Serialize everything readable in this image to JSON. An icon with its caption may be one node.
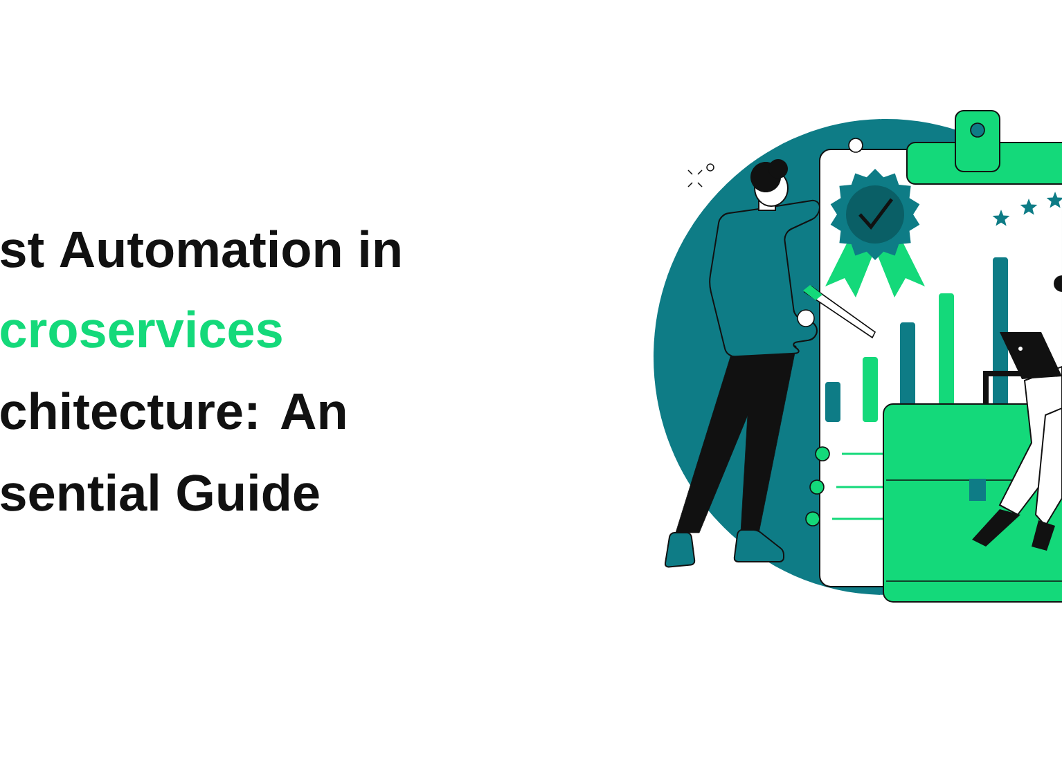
{
  "diagram": {
    "labels": [
      "st Automation in",
      "croservices",
      "chitecture: An",
      "sential Guide"
    ]
  }
}
